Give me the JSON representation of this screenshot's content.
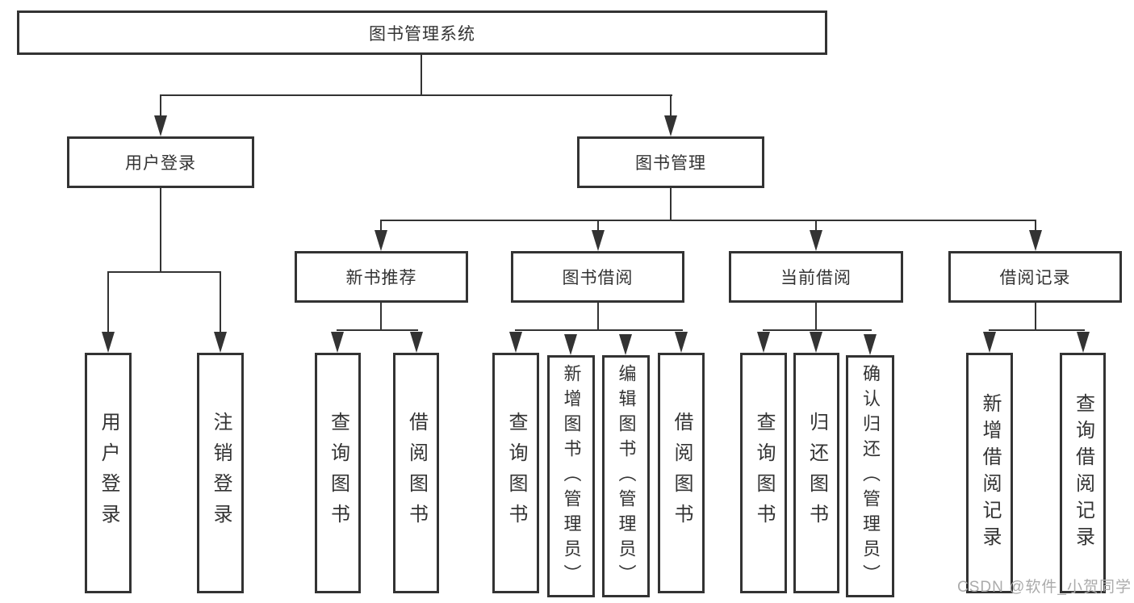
{
  "nodes": {
    "root": "图书管理系统",
    "user_login": "用户登录",
    "book_mgmt": "图书管理",
    "new_book_rec": "新书推荐",
    "book_borrow": "图书借阅",
    "current_borrow": "当前借阅",
    "borrow_record": "借阅记录",
    "ul_user_login": "用户登录",
    "ul_logout": "注销登录",
    "nb_query": "查询图书",
    "nb_borrow": "借阅图书",
    "bb_query": "查询图书",
    "bb_add": "新增图书（管理员）",
    "bb_edit": "编辑图书（管理员）",
    "bb_borrow": "借阅图书",
    "cb_query": "查询图书",
    "cb_return": "归还图书",
    "cb_confirm": "确认归还（管理员）",
    "br_add": "新增借阅记录",
    "br_query": "查询借阅记录"
  },
  "watermark": "CSDN @软件_小贺同学",
  "colors": {
    "line": "#333333",
    "text": "#333333",
    "watermark": "#ababab",
    "background": "#ffffff"
  }
}
